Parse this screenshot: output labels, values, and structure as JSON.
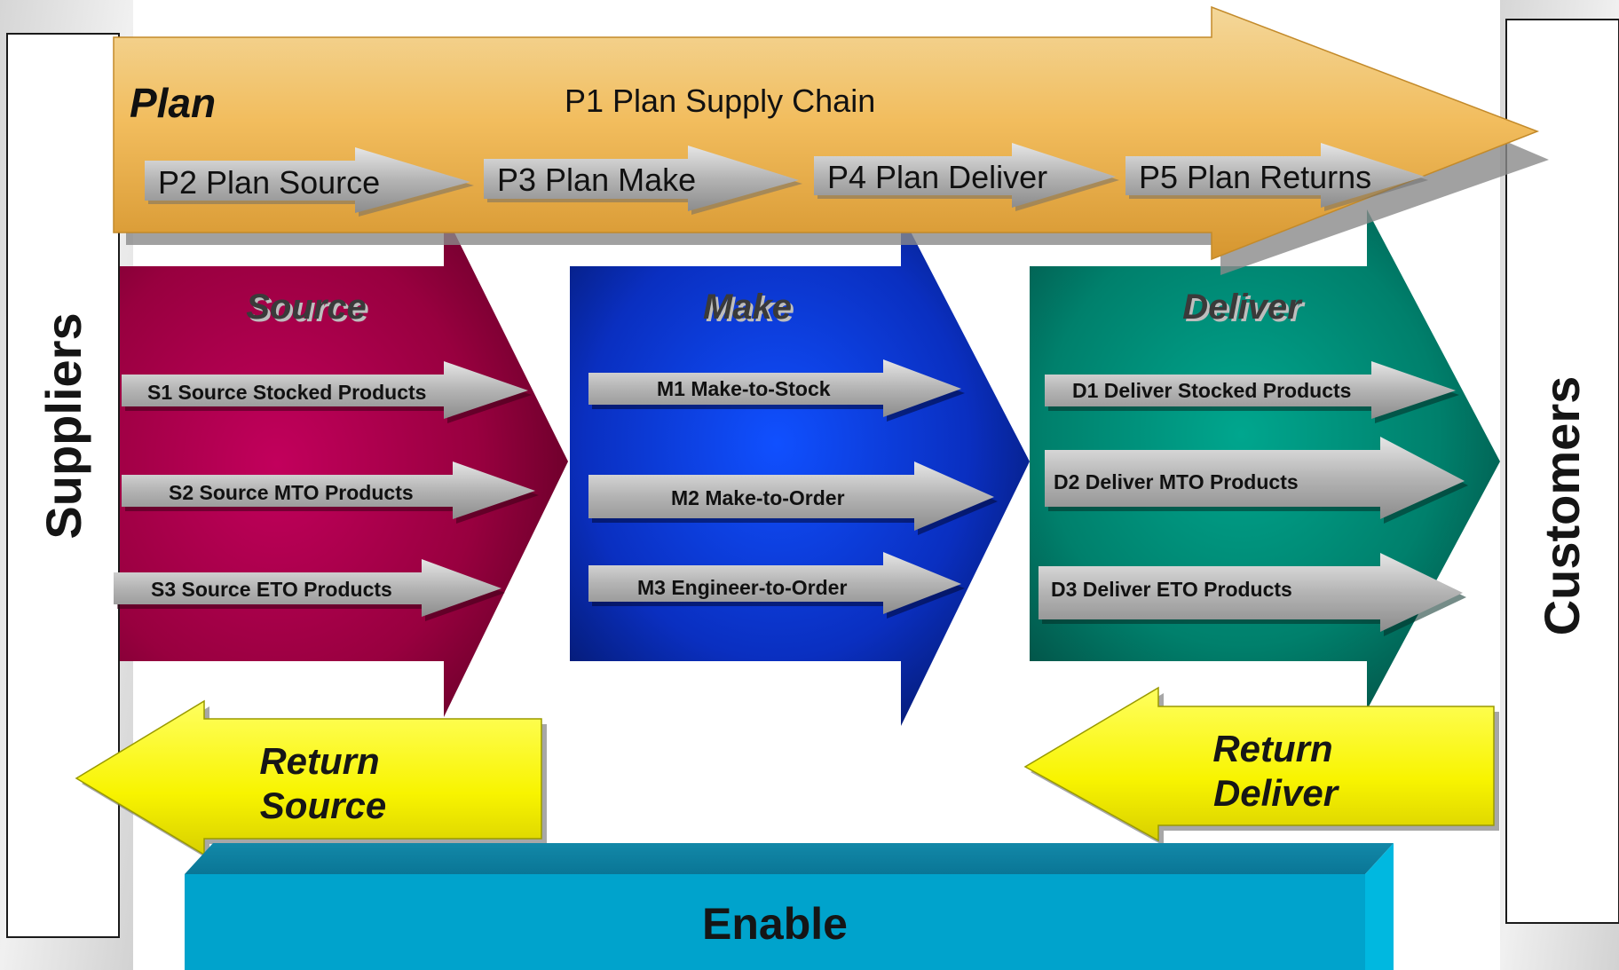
{
  "plan": {
    "title": "Plan",
    "main_label": "P1  Plan Supply Chain",
    "steps": [
      "P2  Plan Source",
      "P3  Plan Make",
      "P4  Plan Deliver",
      "P5  Plan Returns"
    ]
  },
  "source": {
    "title": "Source",
    "items": [
      "S1  Source Stocked Products",
      "S2  Source MTO Products",
      "S3  Source ETO Products"
    ],
    "color": "#b0004e"
  },
  "make": {
    "title": "Make",
    "items": [
      "M1  Make-to-Stock",
      "M2  Make-to-Order",
      "M3  Engineer-to-Order"
    ],
    "color": "#0a3cd8"
  },
  "deliver": {
    "title": "Deliver",
    "items": [
      "D1  Deliver Stocked Products",
      "D2  Deliver MTO Products",
      "D3 Deliver ETO Products"
    ],
    "color": "#009480"
  },
  "suppliers": {
    "label": "Suppliers"
  },
  "customers": {
    "label": "Customers"
  },
  "return_source": {
    "line1": "Return",
    "line2": "Source"
  },
  "return_deliver": {
    "line1": "Return",
    "line2": "Deliver"
  },
  "enable": {
    "label": "Enable",
    "color": "#00a3cc"
  },
  "colors": {
    "plan": "#f4bc5c",
    "return": "#ffff00",
    "sub_arrow": "#a8a8a8"
  }
}
